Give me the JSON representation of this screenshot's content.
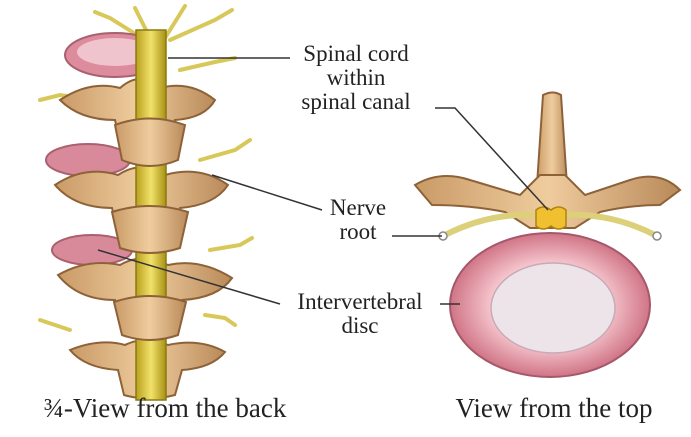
{
  "labels": {
    "spinal_cord": [
      "Spinal cord",
      "within",
      "spinal canal"
    ],
    "nerve_root": [
      "Nerve",
      "root"
    ],
    "intervertebral_disc": [
      "Intervertebral",
      "disc"
    ]
  },
  "captions": {
    "back_view": "¾-View from the back",
    "top_view": "View from the top"
  },
  "colors": {
    "bone": "#e3b888",
    "bone_shadow": "#b98a5a",
    "spinal_cord": "#e6d24a",
    "nerve": "#ddd07a",
    "disc_outer": "#e59aa8",
    "disc_inner": "#ede4ea"
  }
}
